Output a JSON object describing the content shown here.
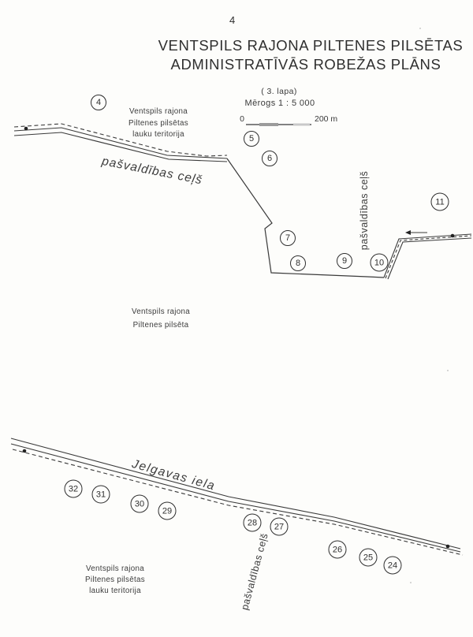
{
  "page": {
    "number": "4"
  },
  "title": {
    "line1": "VENTSPILS RAJONA PILTENES PILSĒTAS",
    "line2": "ADMINISTRATĪVĀS ROBEŽAS PLĀNS"
  },
  "map_meta": {
    "sheet": "( 3. lapa)",
    "scale_text": "Mērogs 1 : 5 000",
    "scalebar_start": "0",
    "scalebar_end": "200 m"
  },
  "region_labels": {
    "top": [
      "Ventspils rajona",
      "Piltenes pilsētas",
      "lauku teritorija"
    ],
    "middle": [
      "Ventspils rajona",
      "Piltenes pilsēta"
    ],
    "bottom": [
      "Ventspils rajona",
      "Piltenes pilsētas",
      "lauku teritorija"
    ]
  },
  "road_labels": {
    "top_road": "pašvaldības ceļš",
    "top_vertical_road": "pašvaldības ceļš",
    "bottom_street": "Jelgavas iela",
    "bottom_vertical_road": "pašvaldības ceļš"
  },
  "markers": [
    {
      "label": "4"
    },
    {
      "label": "5"
    },
    {
      "label": "6"
    },
    {
      "label": "7"
    },
    {
      "label": "8"
    },
    {
      "label": "9"
    },
    {
      "label": "10"
    },
    {
      "label": "11"
    },
    {
      "label": "32"
    },
    {
      "label": "31"
    },
    {
      "label": "30"
    },
    {
      "label": "29"
    },
    {
      "label": "28"
    },
    {
      "label": "27"
    },
    {
      "label": "26"
    },
    {
      "label": "25"
    },
    {
      "label": "24"
    }
  ]
}
